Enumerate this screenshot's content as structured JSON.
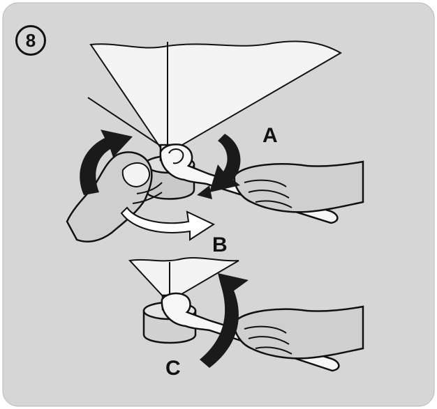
{
  "step_number": "8",
  "labels": {
    "a": "A",
    "b": "B",
    "c": "C"
  },
  "colors": {
    "panel_bg": "#d6d6d6",
    "outline": "#111111",
    "blade_fill": "#f4f4f4",
    "glove_fill": "#cfcfcf",
    "arrow_dark": "#1a1a1a",
    "arrow_light": "#ffffff"
  }
}
